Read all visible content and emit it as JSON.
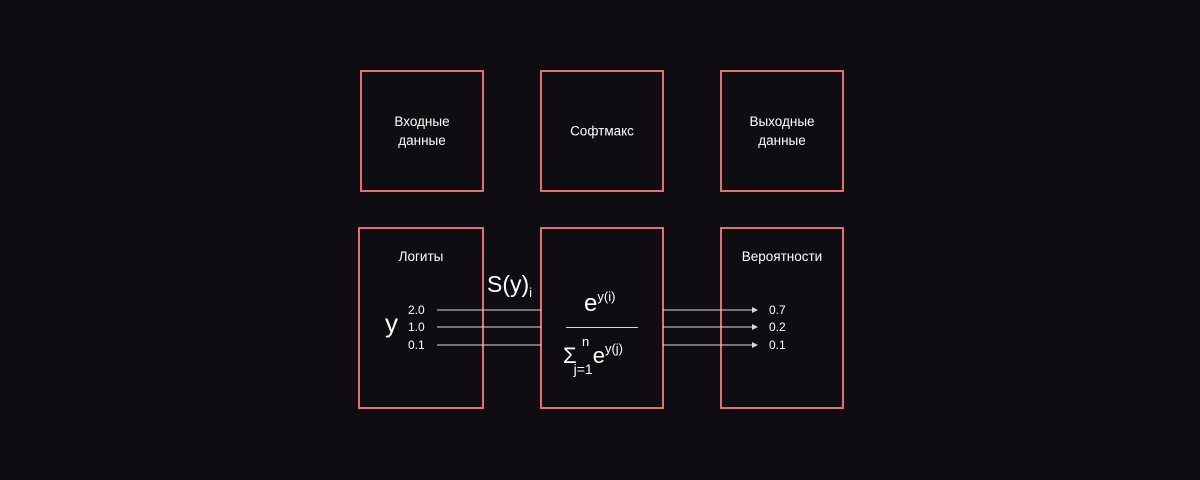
{
  "header": {
    "input": "Входные\nданные",
    "softmax": "Софтмакс",
    "output": "Выходные\nданные"
  },
  "logits_box": {
    "title": "Логиты",
    "variable": "y",
    "values": [
      "2.0",
      "1.0",
      "0.1"
    ]
  },
  "softmax_box": {
    "function_name": "S(y)",
    "function_index": "i",
    "numerator_base": "e",
    "numerator_exp": "y(i)",
    "denominator_sum": "Σ",
    "sum_lower": "j=1",
    "sum_upper": "n",
    "denominator_base": "e",
    "denominator_exp": "y(j)"
  },
  "probabilities_box": {
    "title": "Вероятности",
    "values": [
      "0.7",
      "0.2",
      "0.1"
    ]
  },
  "colors": {
    "background": "#0f0d12",
    "box_border": "#e2706c",
    "text": "#ffffff",
    "lines": "#d9d9d9"
  }
}
